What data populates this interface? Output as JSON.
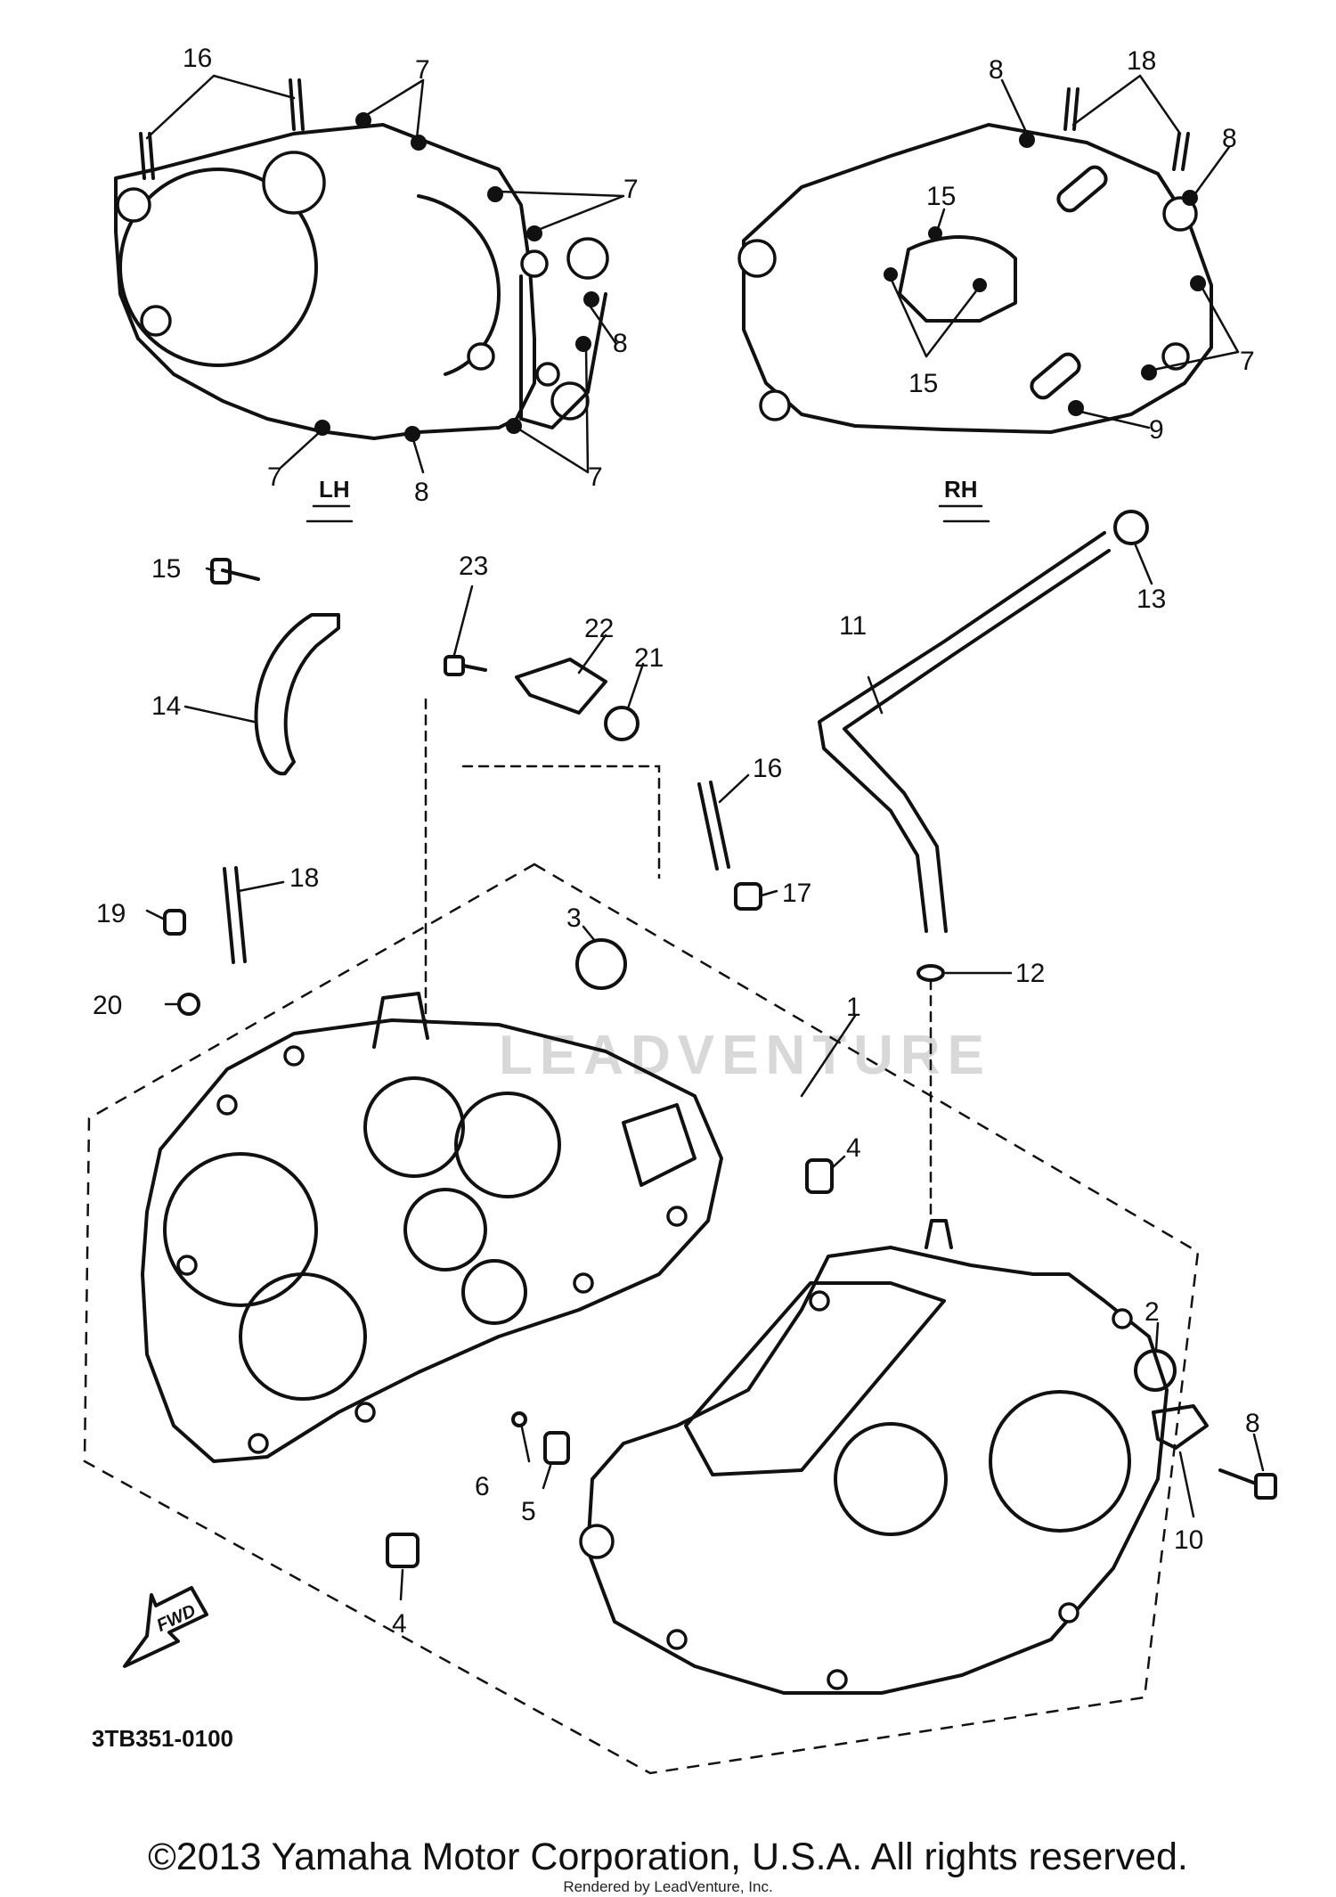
{
  "views": {
    "lh_label": "LH",
    "rh_label": "RH"
  },
  "callouts": {
    "c1": "1",
    "c2": "2",
    "c3": "3",
    "c4a": "4",
    "c4b": "4",
    "c5": "5",
    "c6": "6",
    "c7a": "7",
    "c7b": "7",
    "c7c": "7",
    "c7d": "7",
    "c7e": "7",
    "c8a": "8",
    "c8b": "8",
    "c8c": "8",
    "c8d": "8",
    "c8e": "8",
    "c9": "9",
    "c10": "10",
    "c11": "11",
    "c12": "12",
    "c13": "13",
    "c14": "14",
    "c15a": "15",
    "c15b": "15",
    "c15c": "15",
    "c16a": "16",
    "c16b": "16",
    "c17": "17",
    "c18a": "18",
    "c18b": "18",
    "c19": "19",
    "c20": "20",
    "c21": "21",
    "c22": "22",
    "c23": "23"
  },
  "diagram_code": "3TB351-0100",
  "fwd_label": "FWD",
  "watermark": "LEADVENTURE",
  "footer": {
    "copyright": "©2013 Yamaha Motor Corporation, U.S.A. All rights reserved.",
    "rendered_by": "Rendered by LeadVenture, Inc."
  }
}
